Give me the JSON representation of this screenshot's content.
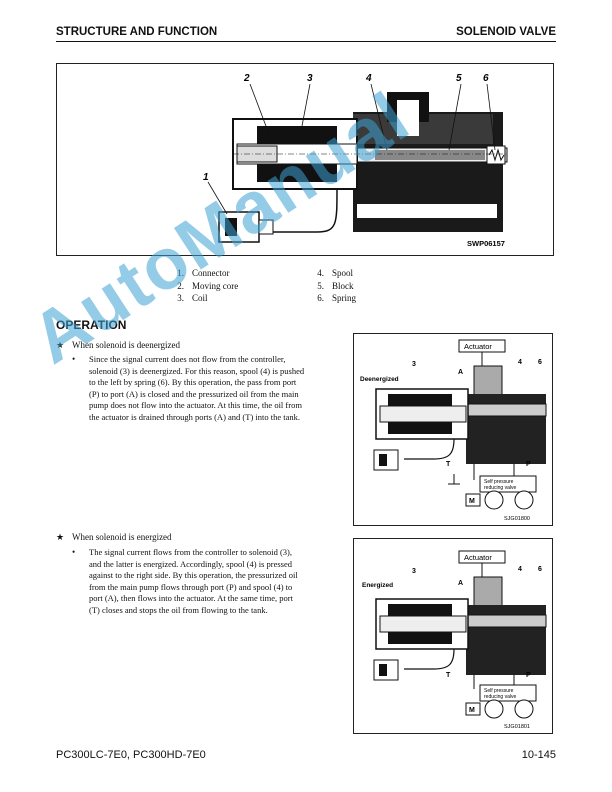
{
  "header": {
    "left": "STRUCTURE AND FUNCTION",
    "right": "SOLENOID VALVE"
  },
  "figure1": {
    "callouts": [
      "1",
      "2",
      "3",
      "4",
      "5",
      "6"
    ],
    "code": "SWP06157"
  },
  "parts": [
    {
      "num": "1.",
      "name": "Connector"
    },
    {
      "num": "2.",
      "name": "Moving core"
    },
    {
      "num": "3.",
      "name": "Coil"
    },
    {
      "num": "4.",
      "name": "Spool"
    },
    {
      "num": "5.",
      "name": "Block"
    },
    {
      "num": "6.",
      "name": "Spring"
    }
  ],
  "operation": {
    "title": "OPERATION",
    "deenergized": {
      "heading": "When solenoid is deenergized",
      "lines": [
        "Since the signal current does not flow from the controller,",
        "solenoid (3) is deenergized. For this reason, spool (4) is pushed",
        "to the left by spring (6). By this operation, the pass from port",
        "(P) to port (A) is closed and the pressurized oil from the main",
        "pump does not flow into the actuator. At this time, the oil from",
        "the actuator is drained through ports (A) and (T) into the tank."
      ]
    },
    "energized": {
      "heading": "When solenoid is energized",
      "lines": [
        "The signal current flows from the controller to solenoid (3),",
        "and the latter is energized. Accordingly, spool (4) is pressed",
        "against to the right side. By this operation, the pressurized oil",
        "from the main pump flows through port (P) and spool (4) to",
        "port (A), then flows into the actuator. At the same time, port",
        "(T) closes and stops the oil from flowing to the tank."
      ]
    }
  },
  "figure2": {
    "state": "Deenergized",
    "actuator": "Actuator",
    "valve_line1": "Self pressure",
    "valve_line2": "reducing valve",
    "port_a": "A",
    "port_t": "T",
    "port_p": "P",
    "motor": "M",
    "n3": "3",
    "n4": "4",
    "n6": "6",
    "code": "SJG01800"
  },
  "figure3": {
    "state": "Energized",
    "actuator": "Actuator",
    "valve_line1": "Self pressure",
    "valve_line2": "reducing valve",
    "port_a": "A",
    "port_t": "T",
    "port_p": "P",
    "motor": "M",
    "n3": "3",
    "n4": "4",
    "n6": "6",
    "code": "SJG01801"
  },
  "watermark": "AutoManual",
  "footer": {
    "model": "PC300LC-7E0, PC300HD-7E0",
    "page": "10-145"
  },
  "bullet_symbol": "★",
  "dot_symbol": "•"
}
